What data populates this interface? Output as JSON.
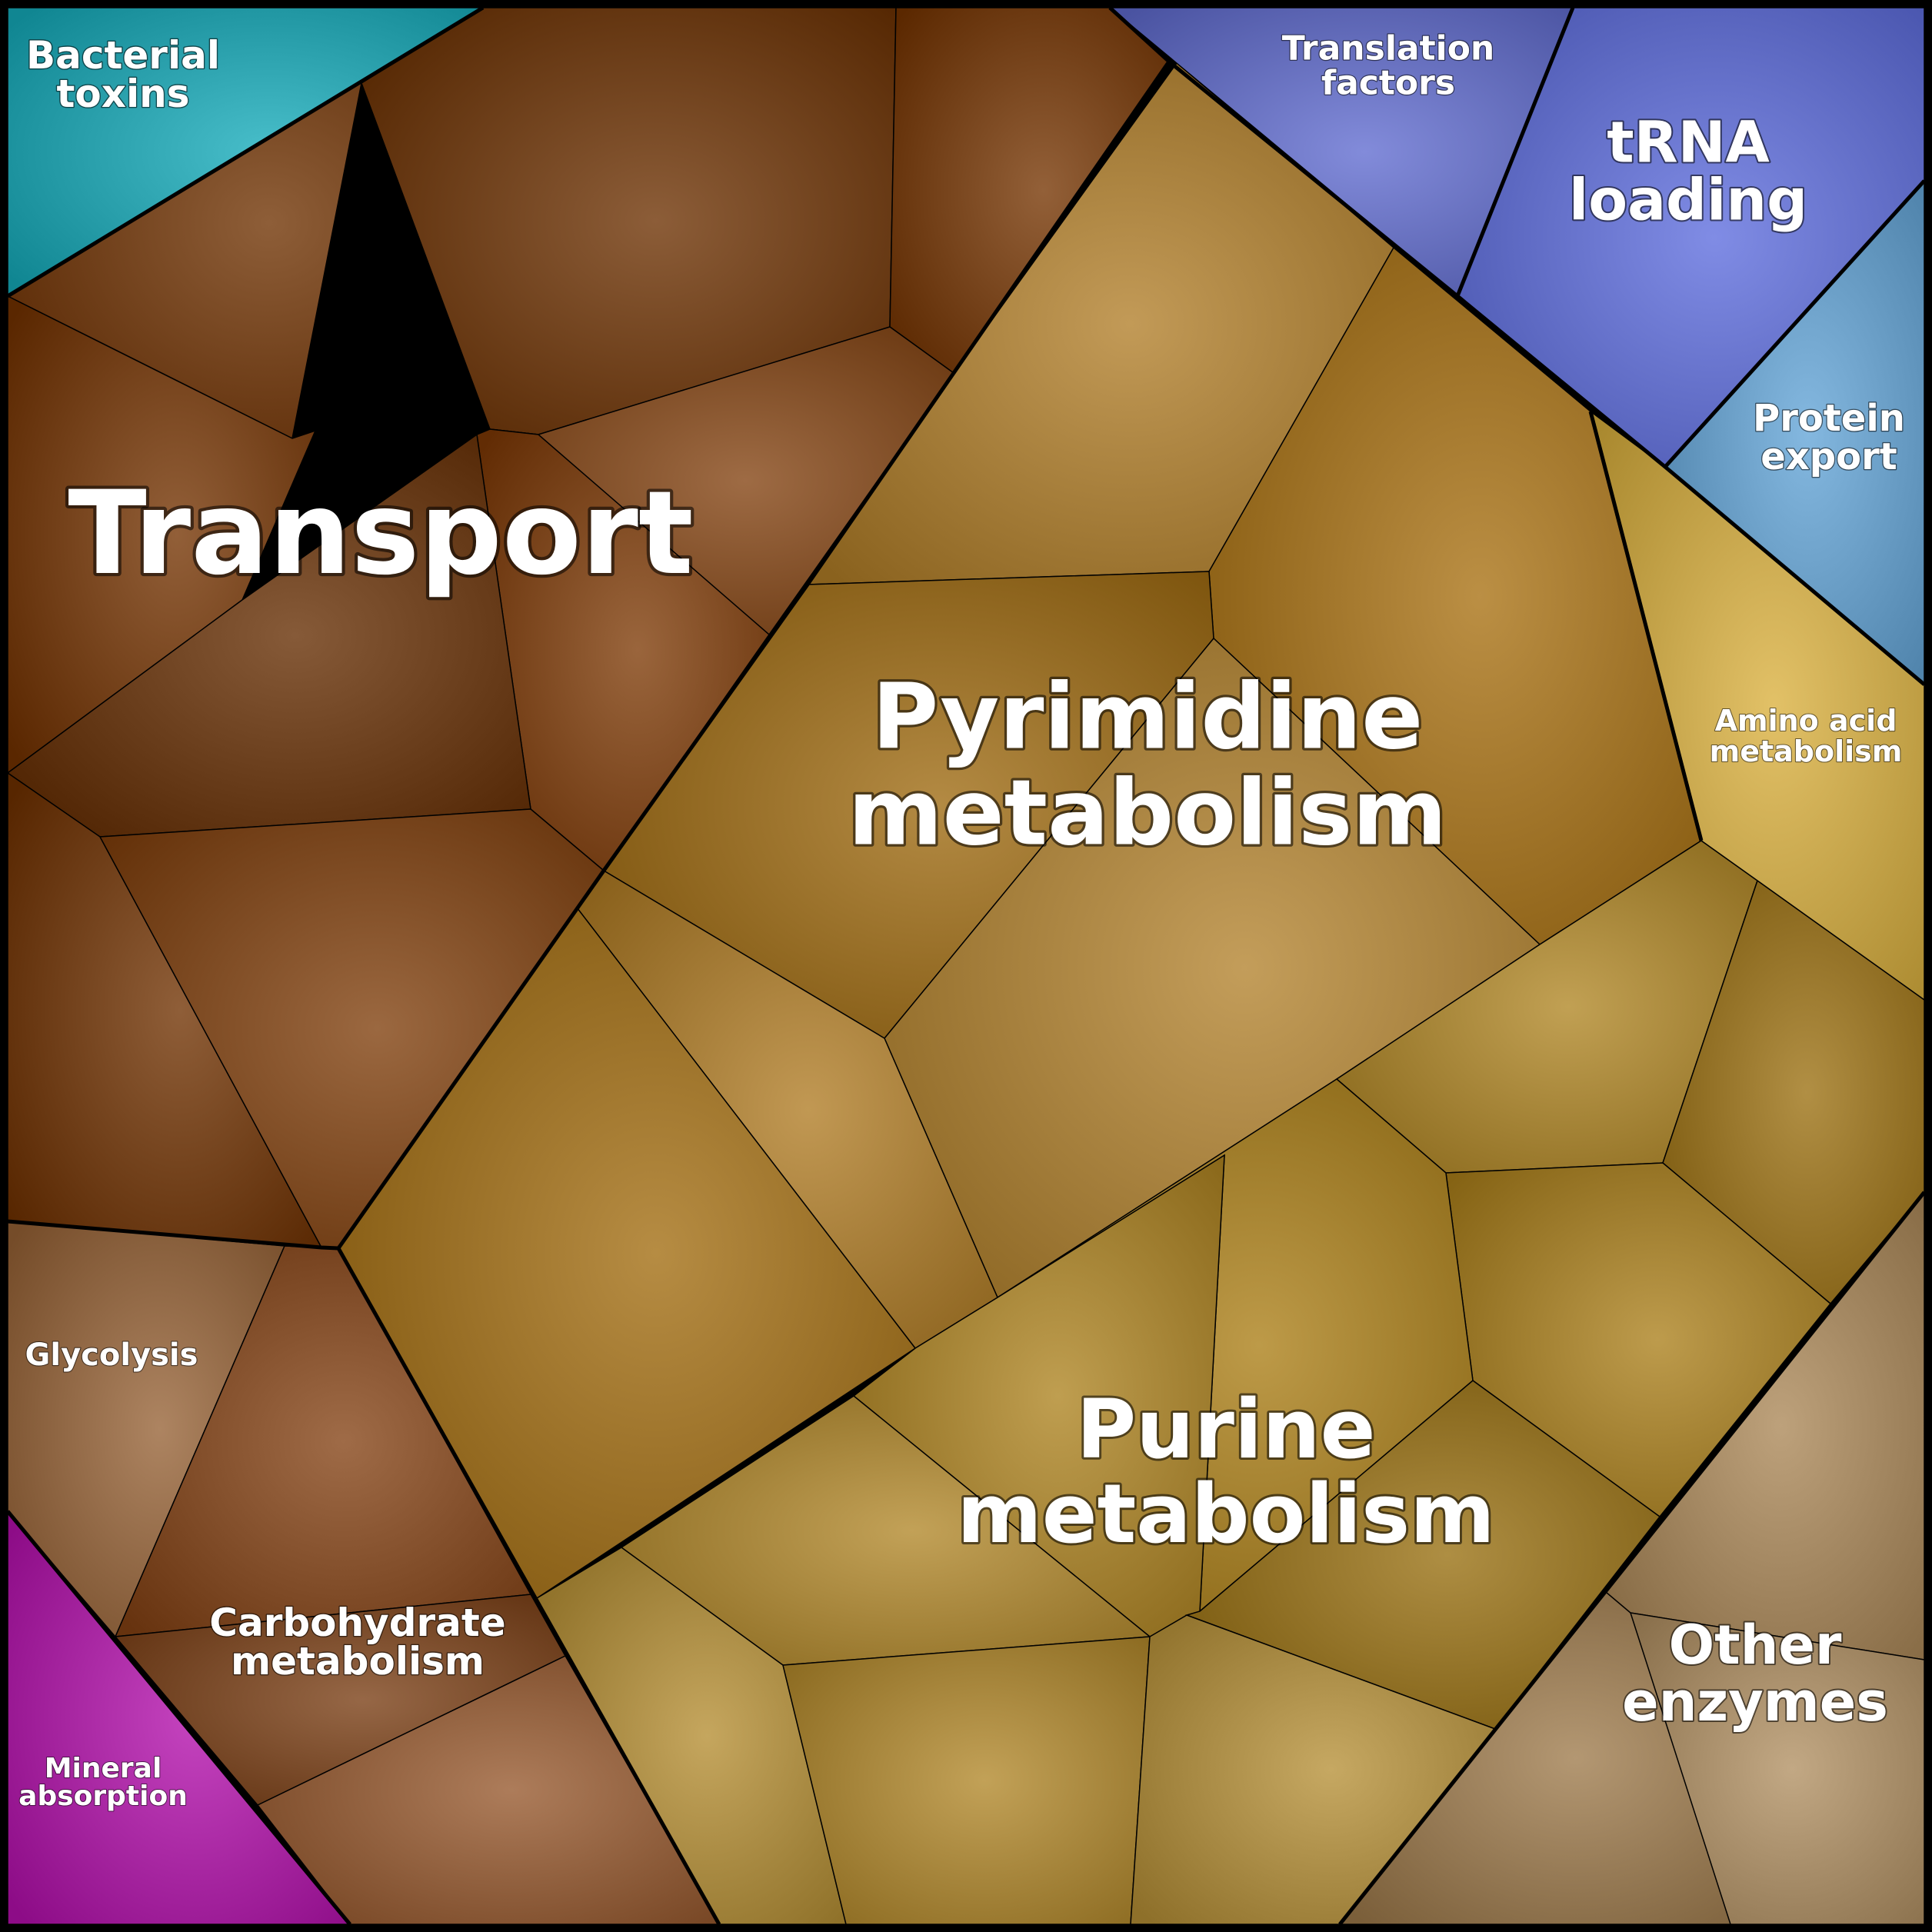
{
  "chart_data": {
    "type": "treemap",
    "groups": [
      {
        "key": "transport",
        "name": "Transport",
        "color": "#7a3500"
      },
      {
        "key": "pyrimidine",
        "name": "Pyrimidine metabolism",
        "color": "#a8700f"
      },
      {
        "key": "purine",
        "name": "Purine metabolism",
        "color": "#a87a10"
      },
      {
        "key": "other_enzymes",
        "name": "Other enzymes",
        "color": "#a8824f"
      },
      {
        "key": "trna",
        "name": "tRNA loading",
        "color": "#5566dd"
      },
      {
        "key": "translation",
        "name": "Translation factors",
        "color": "#5560cc"
      },
      {
        "key": "bacterial_toxins",
        "name": "Bacterial toxins",
        "color": "#00a5b5"
      },
      {
        "key": "protein_export",
        "name": "Protein export",
        "color": "#5aa0d5"
      },
      {
        "key": "amino_acid",
        "name": "Amino acid metabolism",
        "color": "#d8aa30"
      },
      {
        "key": "glycolysis",
        "name": "Glycolysis",
        "color": "#925a2d"
      },
      {
        "key": "carbohydrate",
        "name": "Carbohydrate metabolism",
        "color": "#8a4414"
      },
      {
        "key": "mineral",
        "name": "Mineral absorption",
        "color": "#b000a8"
      }
    ]
  }
}
